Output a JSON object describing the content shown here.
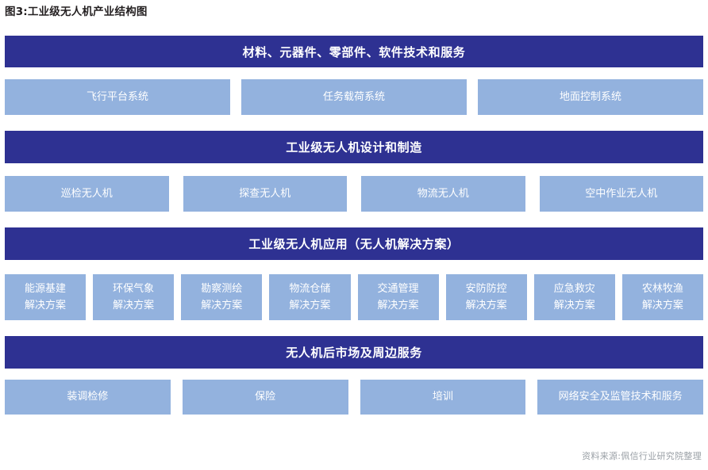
{
  "title": "图3:工业级无人机产业结构图",
  "colors": {
    "band": "#2e3192",
    "cell": "#93b2de",
    "band_text": "#ffffff",
    "cell_text": "#ffffff",
    "title_text": "#231f20",
    "source_text": "#9aa0a6",
    "background": "#ffffff"
  },
  "bands": {
    "materials": "材料、元器件、零部件、软件技术和服务",
    "design": "工业级无人机设计和制造",
    "application": "工业级无人机应用（无人机解决方案）",
    "aftermarket": "无人机后市场及周边服务"
  },
  "rows": {
    "systems": [
      {
        "label": "飞行平台系统"
      },
      {
        "label": "任务载荷系统"
      },
      {
        "label": "地面控制系统"
      }
    ],
    "drone_types": [
      {
        "label": "巡检无人机"
      },
      {
        "label": "探查无人机"
      },
      {
        "label": "物流无人机"
      },
      {
        "label": "空中作业无人机"
      }
    ],
    "solutions": [
      {
        "line1": "能源基建",
        "line2": "解决方案"
      },
      {
        "line1": "环保气象",
        "line2": "解决方案"
      },
      {
        "line1": "勘察测绘",
        "line2": "解决方案"
      },
      {
        "line1": "物流仓储",
        "line2": "解决方案"
      },
      {
        "line1": "交通管理",
        "line2": "解决方案"
      },
      {
        "line1": "安防防控",
        "line2": "解决方案"
      },
      {
        "line1": "应急救灾",
        "line2": "解决方案"
      },
      {
        "line1": "农林牧渔",
        "line2": "解决方案"
      }
    ],
    "services": [
      {
        "label": "装调检修"
      },
      {
        "label": "保险"
      },
      {
        "label": "培训"
      },
      {
        "label": "网络安全及监管技术和服务"
      }
    ]
  },
  "source": "资料来源:佩信行业研究院整理"
}
